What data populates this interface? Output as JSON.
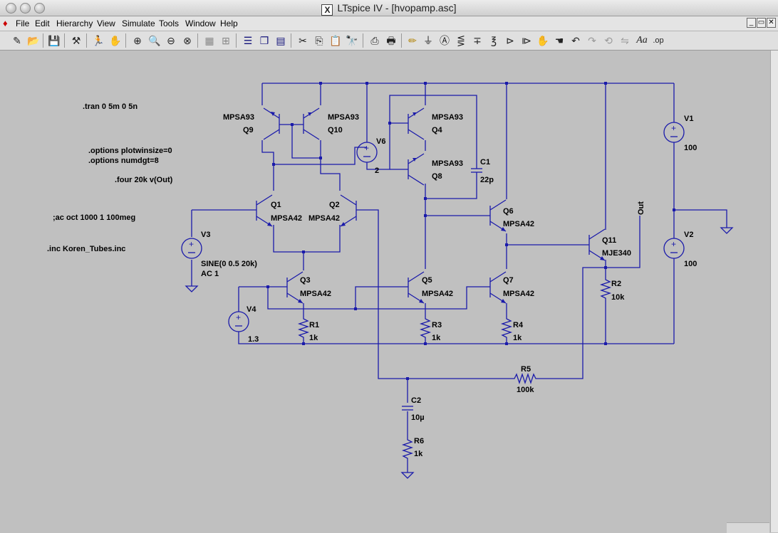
{
  "window": {
    "title": "LTspice IV - [hvopamp.asc]",
    "x_logo": "X",
    "restore_glyph": "▭",
    "close_glyph": "✕"
  },
  "menu": [
    {
      "label": "File"
    },
    {
      "label": "Edit"
    },
    {
      "label": "Hierarchy"
    },
    {
      "label": "View"
    },
    {
      "label": "Simulate"
    },
    {
      "label": "Tools"
    },
    {
      "label": "Window"
    },
    {
      "label": "Help"
    }
  ],
  "toolbar": [
    {
      "icon": "new-schematic-icon",
      "glyph": "✎"
    },
    {
      "icon": "open-icon",
      "glyph": "📂"
    },
    {
      "icon": "save-icon",
      "glyph": "💾"
    },
    {
      "icon": "control-panel-icon",
      "glyph": "⚒"
    },
    {
      "icon": "run-icon",
      "glyph": "🏃"
    },
    {
      "icon": "halt-icon",
      "glyph": "✋"
    },
    {
      "icon": "zoom-in-icon",
      "glyph": "⊕"
    },
    {
      "icon": "pan-icon",
      "glyph": "🔍"
    },
    {
      "icon": "zoom-out-icon",
      "glyph": "⊖"
    },
    {
      "icon": "zoom-fit-icon",
      "glyph": "⊗"
    },
    {
      "icon": "autorange-icon",
      "glyph": "▦"
    },
    {
      "icon": "pick-traces-icon",
      "glyph": "⊞"
    },
    {
      "icon": "tile-horizontal-icon",
      "glyph": "☰"
    },
    {
      "icon": "cascade-icon",
      "glyph": "❐"
    },
    {
      "icon": "tile-vertical-icon",
      "glyph": "▤"
    },
    {
      "icon": "cut-icon",
      "glyph": "✂"
    },
    {
      "icon": "copy-icon",
      "glyph": "⎘"
    },
    {
      "icon": "paste-icon",
      "glyph": "📋"
    },
    {
      "icon": "find-icon",
      "glyph": "🔭"
    },
    {
      "icon": "print-setup-icon",
      "glyph": "⎙"
    },
    {
      "icon": "print-icon",
      "glyph": "🖶"
    },
    {
      "icon": "wire-icon",
      "glyph": "✏"
    },
    {
      "icon": "ground-icon",
      "glyph": "⏚"
    },
    {
      "icon": "label-net-icon",
      "glyph": "Ⓐ"
    },
    {
      "icon": "resistor-icon",
      "glyph": "⋚"
    },
    {
      "icon": "capacitor-icon",
      "glyph": "∓"
    },
    {
      "icon": "inductor-icon",
      "glyph": "℥"
    },
    {
      "icon": "diode-icon",
      "glyph": "⊳"
    },
    {
      "icon": "component-icon",
      "glyph": "⧐"
    },
    {
      "icon": "move-icon",
      "glyph": "✋"
    },
    {
      "icon": "drag-icon",
      "glyph": "☚"
    },
    {
      "icon": "undo-icon",
      "glyph": "↶"
    },
    {
      "icon": "redo-icon",
      "glyph": "↷"
    },
    {
      "icon": "rotate-icon",
      "glyph": "⟲"
    },
    {
      "icon": "mirror-icon",
      "glyph": "⇋"
    },
    {
      "icon": "text-icon",
      "glyph": "Aa"
    },
    {
      "icon": "spice-directive-icon",
      "glyph": ".op"
    }
  ],
  "directives": [
    ".tran 0 5m 0 5n",
    ".options plotwinsize=0",
    ".options numdgt=8",
    ".four 20k v(Out)",
    ";ac oct 1000 1 100meg",
    ".inc Koren_Tubes.inc"
  ],
  "components": {
    "Q1": {
      "name": "Q1",
      "model": "MPSA42"
    },
    "Q2": {
      "name": "Q2",
      "model": "MPSA42"
    },
    "Q3": {
      "name": "Q3",
      "model": "MPSA42"
    },
    "Q4": {
      "name": "Q4",
      "model": "MPSA93"
    },
    "Q5": {
      "name": "Q5",
      "model": "MPSA42"
    },
    "Q6": {
      "name": "Q6",
      "model": "MPSA42"
    },
    "Q7": {
      "name": "Q7",
      "model": "MPSA42"
    },
    "Q8": {
      "name": "Q8",
      "model": "MPSA93"
    },
    "Q9": {
      "name": "Q9",
      "model": "MPSA93"
    },
    "Q10": {
      "name": "Q10",
      "model": "MPSA93"
    },
    "Q11": {
      "name": "Q11",
      "model": "MJE340"
    },
    "V1": {
      "name": "V1",
      "value": "100"
    },
    "V2": {
      "name": "V2",
      "value": "100"
    },
    "V3": {
      "name": "V3",
      "value": "SINE(0 0.5 20k)",
      "value2": "AC 1"
    },
    "V4": {
      "name": "V4",
      "value": "1.3"
    },
    "V6": {
      "name": "V6",
      "value": "2"
    },
    "R1": {
      "name": "R1",
      "value": "1k"
    },
    "R2": {
      "name": "R2",
      "value": "10k"
    },
    "R3": {
      "name": "R3",
      "value": "1k"
    },
    "R4": {
      "name": "R4",
      "value": "1k"
    },
    "R5": {
      "name": "R5",
      "value": "100k"
    },
    "R6": {
      "name": "R6",
      "value": "1k"
    },
    "C1": {
      "name": "C1",
      "value": "22p"
    },
    "C2": {
      "name": "C2",
      "value": "10µ"
    }
  },
  "net_labels": {
    "out": "Out"
  }
}
